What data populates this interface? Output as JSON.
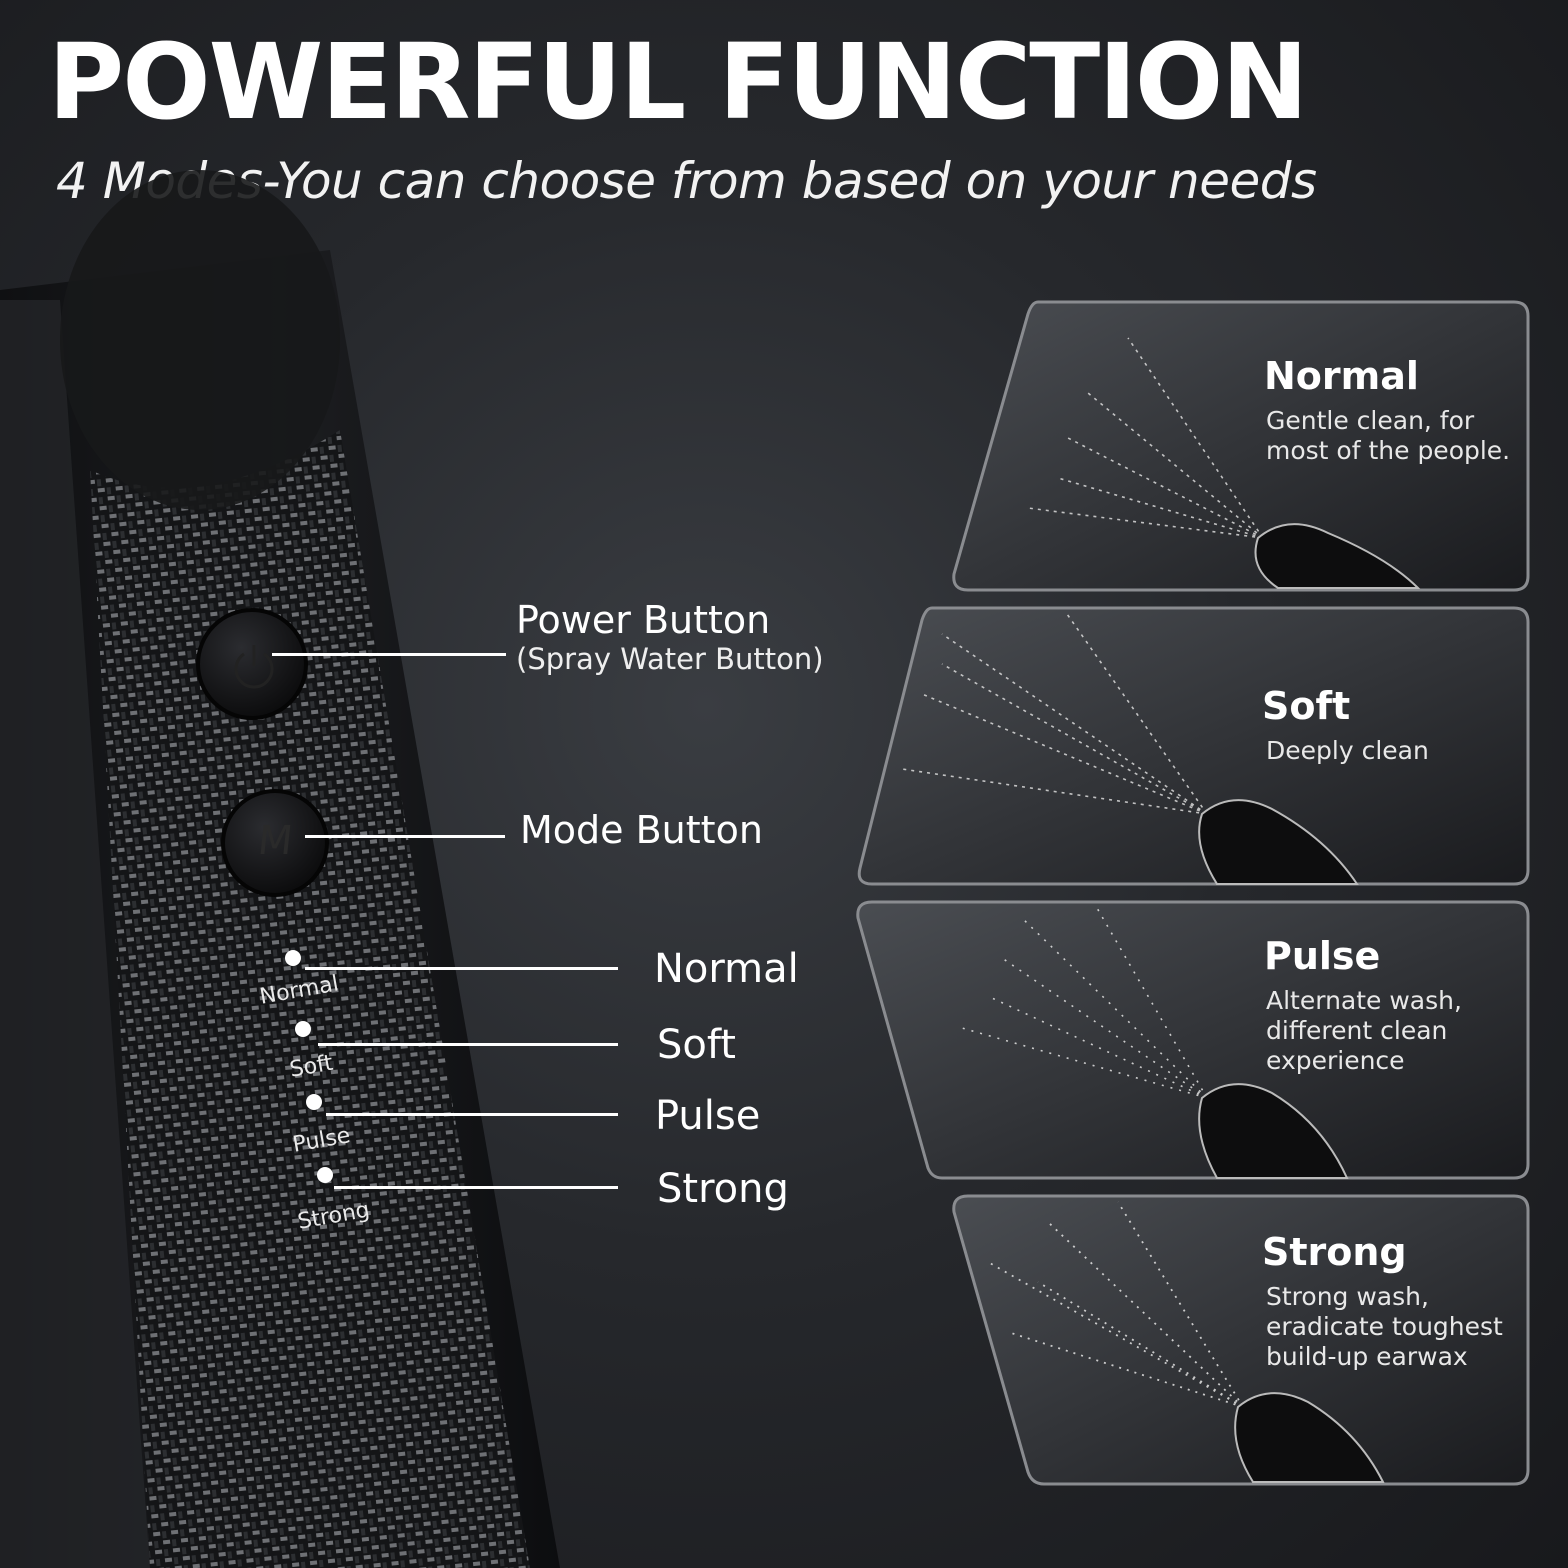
{
  "headline": "POWERFUL FUNCTION",
  "subheadline": "4 Modes-You can choose from based on your needs",
  "device": {
    "power_button": {
      "label": "Power Button",
      "sublabel": "(Spray Water Button)"
    },
    "mode_button": {
      "label": "Mode Button",
      "glyph": "M"
    },
    "indicators": [
      "Normal",
      "Soft",
      "Pulse",
      "Strong"
    ],
    "mode_labels": [
      "Normal",
      "Soft",
      "Pulse",
      "Strong"
    ]
  },
  "modes": [
    {
      "title": "Normal",
      "description": "Gentle clean, for\nmost of the people."
    },
    {
      "title": "Soft",
      "description": "Deeply clean"
    },
    {
      "title": "Pulse",
      "description": "Alternate wash,\ndifferent  clean\nexperience"
    },
    {
      "title": "Strong",
      "description": "Strong wash,\neradicate toughest\nbuild-up earwax"
    }
  ],
  "colors": {
    "background": "#26282c",
    "text": "#ffffff",
    "card_border": "#8a8c90"
  },
  "icons": [
    "power-icon",
    "carbon-fiber-panel",
    "spray-nozzle-icon"
  ]
}
